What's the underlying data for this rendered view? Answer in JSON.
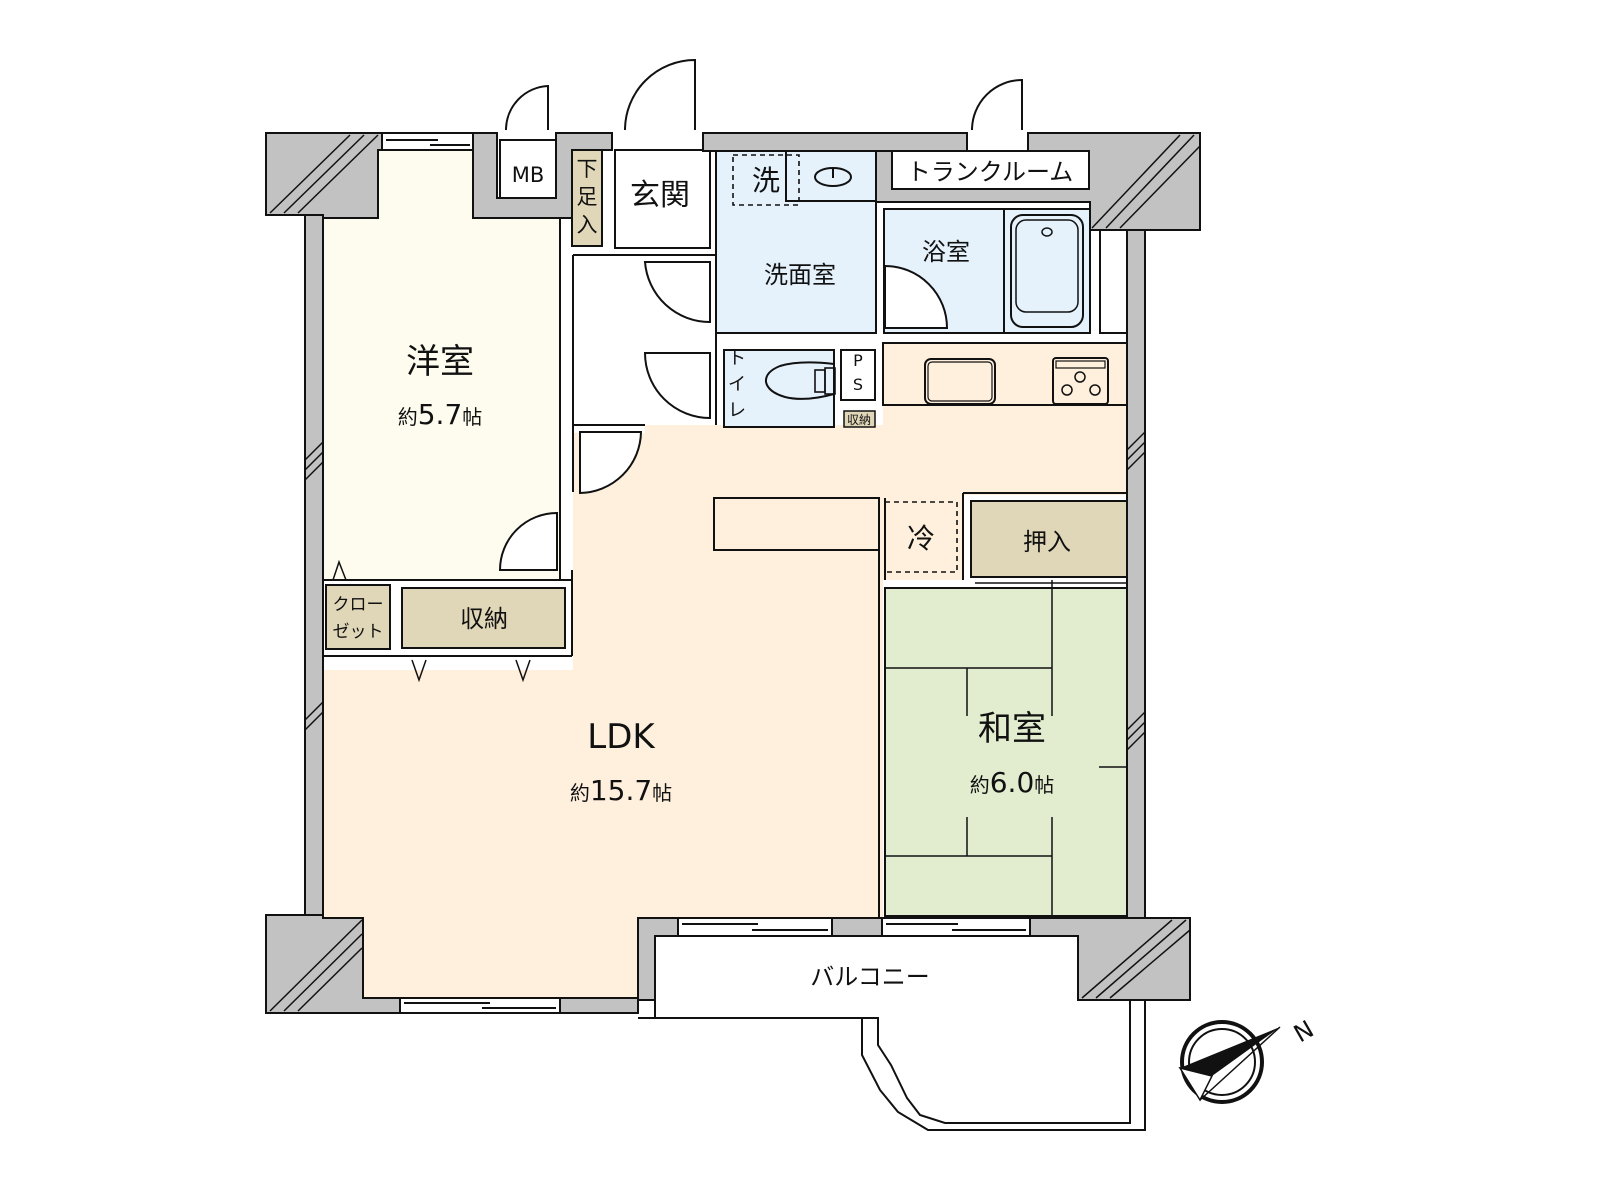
{
  "floor_plan": {
    "rooms": {
      "western_room": {
        "name": "洋室",
        "area": "約5.7帖",
        "area_prefix": "約",
        "area_value": "5.7",
        "area_unit": "帖"
      },
      "ldk": {
        "name": "LDK",
        "area_prefix": "約",
        "area_value": "15.7",
        "area_unit": "帖"
      },
      "japanese_room": {
        "name": "和室",
        "area_prefix": "約",
        "area_value": "6.0",
        "area_unit": "帖"
      },
      "entrance": {
        "name": "玄関"
      },
      "shoe_box": {
        "name": "下足入",
        "chars": [
          "下",
          "足",
          "入"
        ]
      },
      "meter_box": {
        "name": "MB"
      },
      "washroom": {
        "name": "洗面室"
      },
      "washer": {
        "name": "洗"
      },
      "bathroom": {
        "name": "浴室"
      },
      "trunk_room": {
        "name": "トランクルーム"
      },
      "toilet": {
        "name": "トイレ",
        "chars": [
          "ト",
          "イ",
          "レ"
        ]
      },
      "pipe_space": {
        "name": "PS",
        "chars": [
          "P",
          "S"
        ]
      },
      "toilet_storage": {
        "name": "収納"
      },
      "closet": {
        "name": "クローゼット",
        "line1": "クロー",
        "line2": "ゼット"
      },
      "storage": {
        "name": "収納"
      },
      "refrigerator": {
        "name": "冷"
      },
      "oshiire": {
        "name": "押入"
      },
      "balcony": {
        "name": "バルコニー"
      }
    },
    "compass": {
      "label": "N"
    },
    "colors": {
      "western_room": "#fefcef",
      "ldk": "#fef0dd",
      "japanese_room": "#e2edcf",
      "wet_area": "#e5f2fc",
      "storage": "#e0d6b8",
      "wall": "#c2c2c2",
      "line": "#111111"
    }
  }
}
